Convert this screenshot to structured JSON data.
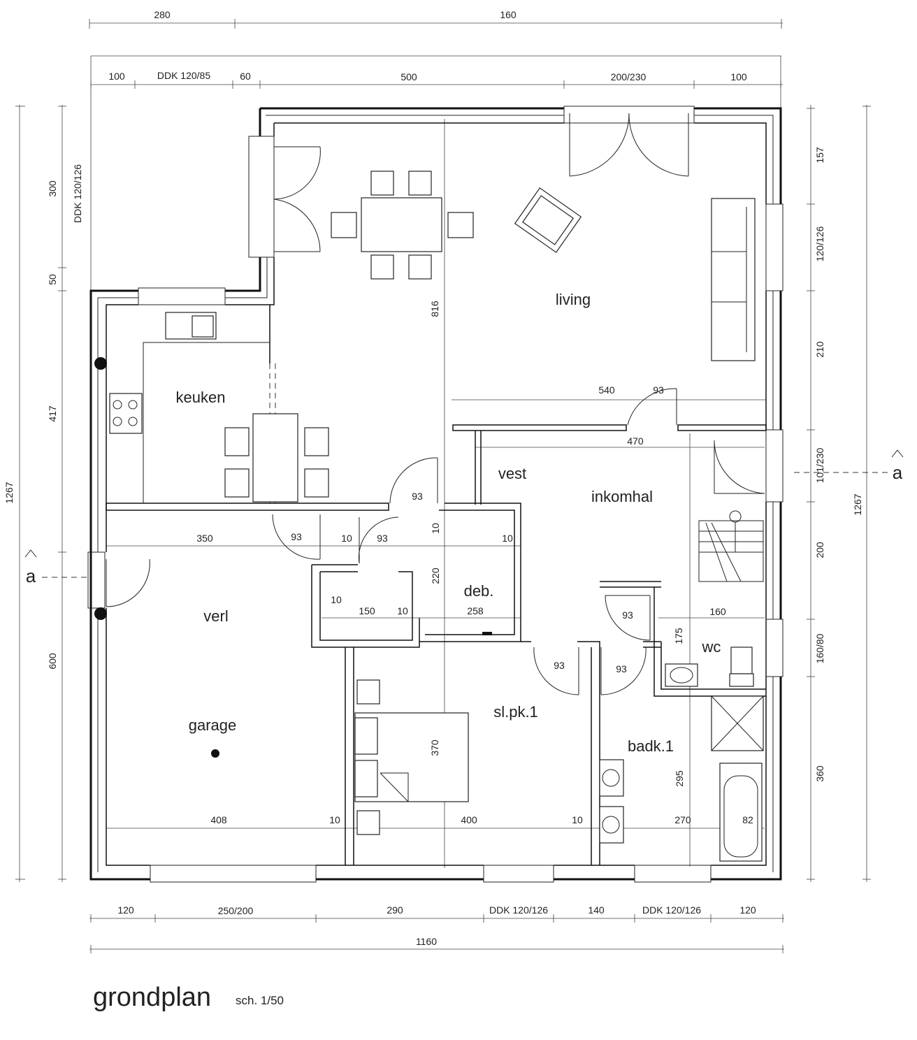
{
  "title": "grondplan",
  "scale": "sch. 1/50",
  "section_marker": "a",
  "rooms": {
    "living": "living",
    "keuken": "keuken",
    "vest": "vest",
    "inkomhal": "inkomhal",
    "verl": "verl",
    "deb": "deb.",
    "wc": "wc",
    "garage": "garage",
    "slpk": "sl.pk.1",
    "badk": "badk.1"
  },
  "dims_top_outer": [
    "280",
    "160"
  ],
  "dims_top_inner": [
    "100",
    "DDK 120/85",
    "60",
    "500",
    "200/230",
    "100"
  ],
  "dims_left_outer": [
    "1267"
  ],
  "dims_left_inner": [
    "300",
    "DDK 120/126",
    "50",
    "417",
    "600"
  ],
  "dims_right_inner": [
    "157",
    "120/126",
    "210",
    "101/230",
    "200",
    "160/80",
    "360"
  ],
  "dims_right_outer": [
    "1267"
  ],
  "dims_bottom_inner": [
    "120",
    "250/200",
    "290",
    "DDK 120/126",
    "140",
    "DDK 120/126",
    "120"
  ],
  "dims_bottom_outer": [
    "1160"
  ],
  "dims_interior": {
    "d816": "816",
    "d540": "540",
    "d93_living": "93",
    "d470": "470",
    "d93_kitchen": "93",
    "d350": "350",
    "d93_a": "93",
    "d10_a": "10",
    "d93_b": "93",
    "d10_b": "10",
    "d10_c": "10",
    "d220": "220",
    "d10_d": "10",
    "d150": "150",
    "d10_e": "10",
    "d258": "258",
    "d93_c": "93",
    "d160": "160",
    "d175": "175",
    "d93_d": "93",
    "d93_e": "93",
    "d370": "370",
    "d295": "295",
    "d408": "408",
    "d10_f": "10",
    "d400": "400",
    "d10_g": "10",
    "d270": "270",
    "d82": "82"
  }
}
